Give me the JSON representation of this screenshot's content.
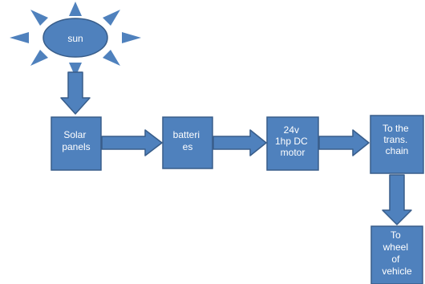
{
  "diagram": {
    "nodes": {
      "sun": {
        "lines": [
          "sun"
        ]
      },
      "solar_panels": {
        "lines": [
          "Solar",
          "panels"
        ]
      },
      "batteries": {
        "lines": [
          "batteri",
          "es"
        ]
      },
      "motor": {
        "lines": [
          "24v",
          "1hp DC",
          "motor"
        ]
      },
      "transmission": {
        "lines": [
          "To the",
          "trans.",
          "chain"
        ]
      },
      "wheel": {
        "lines": [
          "To",
          "wheel",
          "of",
          "vehicle"
        ]
      }
    },
    "edges": [
      {
        "from": "sun",
        "to": "solar_panels"
      },
      {
        "from": "solar_panels",
        "to": "batteries"
      },
      {
        "from": "batteries",
        "to": "motor"
      },
      {
        "from": "motor",
        "to": "transmission"
      },
      {
        "from": "transmission",
        "to": "wheel"
      }
    ],
    "colors": {
      "box_fill": "#4f81bd",
      "box_stroke": "#385d8a",
      "arrow_fill": "#4f81bd",
      "arrow_stroke": "#385d8a",
      "sun_fill": "#4f81bd",
      "text": "#ffffff"
    }
  }
}
